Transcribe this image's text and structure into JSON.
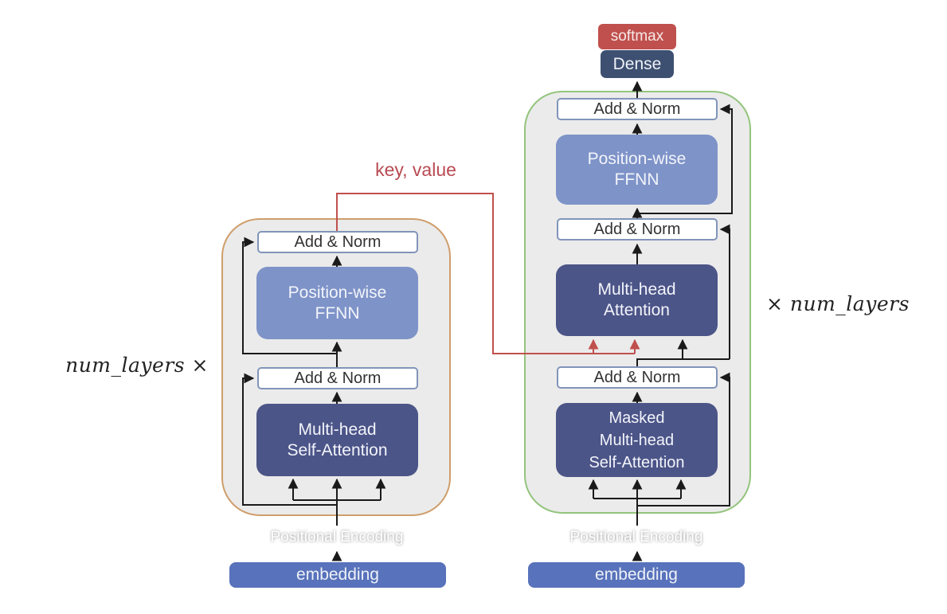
{
  "labels": {
    "left_multiplier": "num_layers ×",
    "right_multiplier": "× num_layers",
    "key_value": "key, value"
  },
  "encoder": {
    "add_norm_top": "Add & Norm",
    "ffnn": "Position-wise\nFFNN",
    "add_norm_bottom": "Add & Norm",
    "self_attention": "Multi-head\nSelf-Attention",
    "positional_encoding": "Positional Encoding",
    "embedding": "embedding"
  },
  "decoder": {
    "softmax": "softmax",
    "dense": "Dense",
    "add_norm_top": "Add & Norm",
    "ffnn": "Position-wise\nFFNN",
    "add_norm_middle": "Add & Norm",
    "cross_attention": "Multi-head\nAttention",
    "add_norm_bottom": "Add & Norm",
    "masked_self_attention": "Masked\nMulti-head\nSelf-Attention",
    "positional_encoding": "Positional Encoding",
    "embedding": "embedding"
  },
  "colors": {
    "panel_fill": "#ebebeb",
    "encoder_border": "#cf9e6b",
    "decoder_border": "#93c47d",
    "addnorm_border": "#8195ba",
    "ffnn_fill": "#7e93c8",
    "attention_fill": "#4c5588",
    "dense_fill": "#3e5071",
    "softmax_fill": "#c0504d",
    "embedding_fill": "#5872bb",
    "red_line": "#c0504d",
    "key_value_color": "#b84a52",
    "line": "#1a1a1a"
  }
}
